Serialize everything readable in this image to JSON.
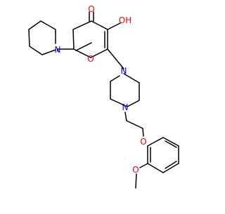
{
  "structure": {
    "atoms": {
      "carbonyl_o": "O",
      "hydroxyl": "OH",
      "ring_o": "O",
      "piperidine_n": "N",
      "piperazine_n1": "N",
      "piperazine_n4": "N",
      "ether_o": "O",
      "methoxy_o": "O"
    }
  },
  "colors": {
    "oxygen": "#ff0000",
    "nitrogen": "#0000ff",
    "bond": "#000000",
    "background": "#ffffff"
  }
}
